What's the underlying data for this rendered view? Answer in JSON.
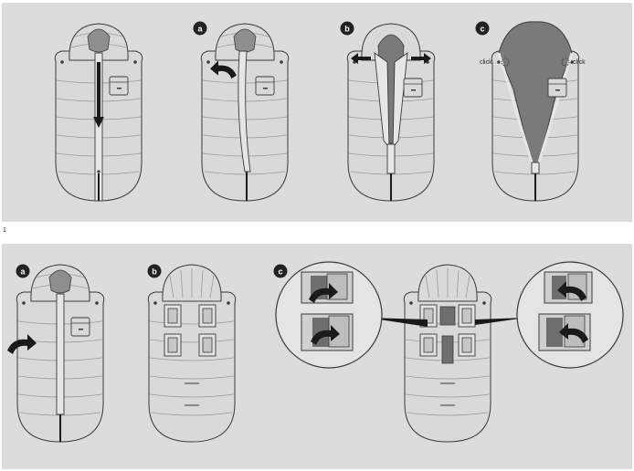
{
  "figure_number": "1",
  "top_row": {
    "steps": [
      {
        "badge": ""
      },
      {
        "badge": "a"
      },
      {
        "badge": "b"
      },
      {
        "badge": "c"
      }
    ],
    "click_labels": [
      "click",
      "click"
    ]
  },
  "bottom_row": {
    "steps": [
      {
        "badge": "a"
      },
      {
        "badge": "b"
      },
      {
        "badge": "c"
      }
    ]
  },
  "colors": {
    "panel_bg": "#dcdcdc",
    "bag_fill": "#d9d9d9",
    "bag_stroke": "#3a3a3a",
    "hood_dark": "#8e8e8e",
    "lining_dark": "#7a7a7a",
    "badge_fill": "#222222",
    "arrow_fill": "#1a1a1a"
  }
}
